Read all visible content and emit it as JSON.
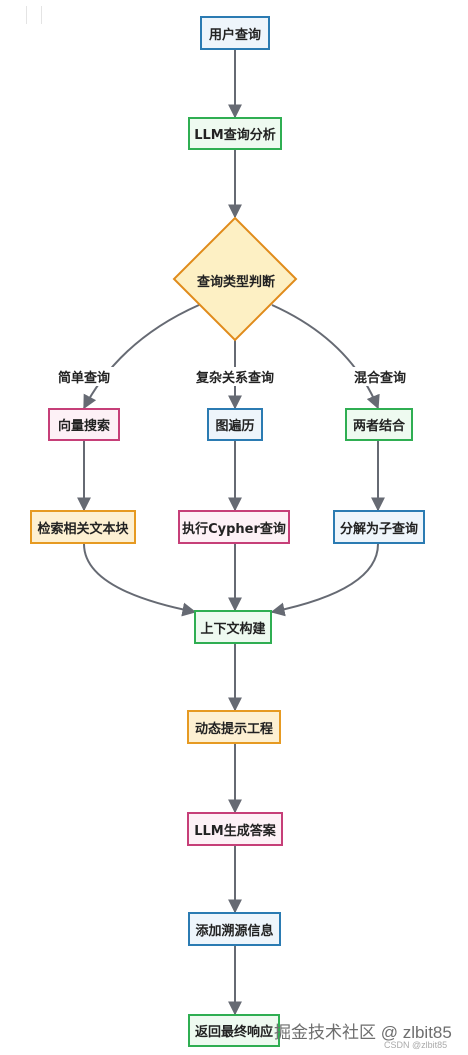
{
  "nodes": {
    "user_query": "用户查询",
    "llm_analysis": "LLM查询分析",
    "query_type_decision": "查询类型判断",
    "vector_search": "向量搜索",
    "graph_traversal": "图遍历",
    "combine_both": "两者结合",
    "retrieve_chunks": "检索相关文本块",
    "execute_cypher": "执行Cypher查询",
    "split_subqueries": "分解为子查询",
    "context_build": "上下文构建",
    "dynamic_prompt": "动态提示工程",
    "llm_answer": "LLM生成答案",
    "add_provenance": "添加溯源信息",
    "return_response": "返回最终响应"
  },
  "edges": {
    "simple_query": "简单查询",
    "complex_query": "复杂关系查询",
    "hybrid_query": "混合查询"
  },
  "watermark": {
    "main": "掘金技术社区 @ zlbit85",
    "sub": "CSDN @zlbit85"
  },
  "colors": {
    "blue": "#2b7bb2",
    "green": "#2fae52",
    "pink": "#c63f78",
    "orange": "#e69a22",
    "decision_fill": "#fdf0c4",
    "edge": "#666a73"
  }
}
